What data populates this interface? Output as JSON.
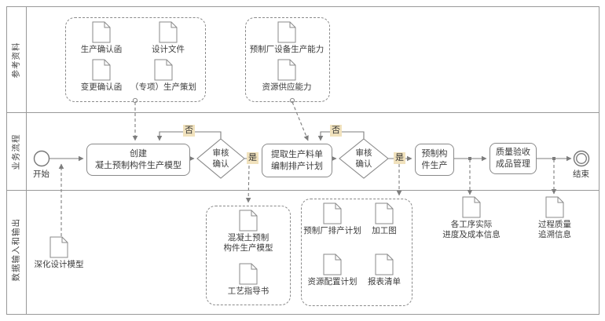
{
  "diagram": {
    "lanes": [
      {
        "label": "参考资料"
      },
      {
        "label": "业务流程"
      },
      {
        "label": "数据输入和输出"
      }
    ],
    "reference": {
      "group1_docs": [
        "生产确认函",
        "设计文件",
        "变更确认函",
        "（专项）生产策划"
      ],
      "group2_docs": [
        "预制厂设备生产能力",
        "资源供应能力"
      ]
    },
    "process": {
      "start": "开始",
      "end": "结束",
      "task1_line1": "创建",
      "task1_line2": "凝土预制构件生产模型",
      "gateway1_line1": "审核",
      "gateway1_line2": "确认",
      "task2_line1": "提取生产料单",
      "task2_line2": "编制排产计划",
      "gateway2_line1": "审核",
      "gateway2_line2": "确认",
      "task3_line1": "预制构",
      "task3_line2": "件生产",
      "task4_line1": "质量验收",
      "task4_line2": "成品管理",
      "no": "否",
      "yes": "是"
    },
    "data_io": {
      "design_model": "深化设计模型",
      "group1_doc1_line1": "混凝土预制",
      "group1_doc1_line2": "构件生产模型",
      "group1_doc2": "工艺指导书",
      "group2_docs": [
        "预制厂排产计划",
        "加工图",
        "资源配置计划",
        "报表清单"
      ],
      "progress_line1": "各工序实际",
      "progress_line2": "进度及成本信息",
      "quality_line1": "过程质量",
      "quality_line2": "追溯信息"
    },
    "colors": {
      "line": "#7d7d7d",
      "shape_border": "#8a8a8a",
      "text": "#3c3c3c",
      "tag_bg": "#f1e2bd",
      "background": "#ffffff"
    }
  }
}
